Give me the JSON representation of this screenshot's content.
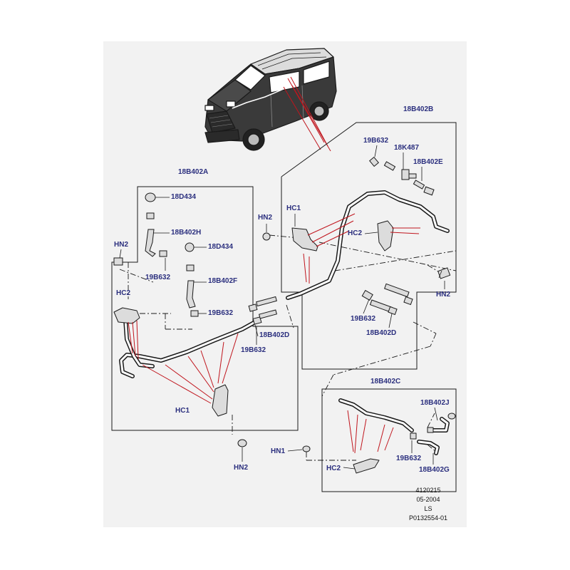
{
  "diagram": {
    "labels": {
      "b18B402A": "18B402A",
      "b18B402B": "18B402B",
      "b18B402C": "18B402C",
      "d18D434_1": "18D434",
      "d18B402H": "18B402H",
      "d18D434_2": "18D434",
      "d19B632_1": "19B632",
      "d18B402F": "18B402F",
      "d19B632_2": "19B632",
      "d18B402D_1": "18B402D",
      "d19B632_3": "19B632",
      "hn2_1": "HN2",
      "hc2_1": "HC2",
      "hc1_1": "HC1",
      "hn2_2": "HN2",
      "hn2_3": "HN2",
      "hc1_2": "HC1",
      "hc2_2": "HC2",
      "d19B632_4": "19B632",
      "d18K487": "18K487",
      "d18B402E": "18B402E",
      "hn2_4": "HN2",
      "d19B632_5": "19B632",
      "d18B402D_2": "18B402D",
      "d18B402J": "18B402J",
      "hn1": "HN1",
      "d19B632_6": "19B632",
      "hc2_3": "HC2",
      "d18B402G": "18B402G"
    },
    "meta": {
      "line1": "4120215",
      "line2": "05-2004",
      "line3": "LS",
      "line4": "P0132554-01"
    },
    "colors": {
      "panel": "#f2f2f2",
      "label": "#2b2f7e",
      "leader": "#c0151d",
      "line": "#1a1a1a"
    }
  }
}
